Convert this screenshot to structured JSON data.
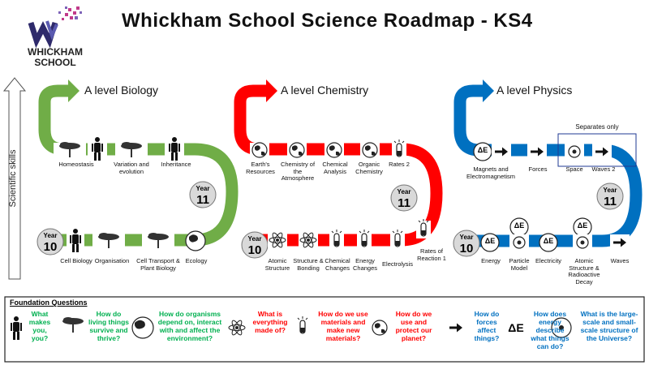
{
  "title": "Whickham School Science Roadmap - KS4",
  "logo": {
    "line1": "WHICKHAM",
    "line2": "SCHOOL"
  },
  "side_label": "Scientific skills",
  "colors": {
    "biology": "#70ad47",
    "chemistry": "#ff0000",
    "physics": "#0070c0"
  },
  "biology": {
    "heading": "A level Biology",
    "year10": {
      "word": "Year",
      "num": "10"
    },
    "year11": {
      "word": "Year",
      "num": "11"
    },
    "top_labels": [
      "Homeostasis",
      "Variation and evolution",
      "Inheritance"
    ],
    "bottom_labels": [
      "Cell Biology",
      "Organisation",
      "Cell Transport & Plant Biology",
      "Ecology"
    ]
  },
  "chemistry": {
    "heading": "A level Chemistry",
    "year10": {
      "word": "Year",
      "num": "10"
    },
    "year11": {
      "word": "Year",
      "num": "11"
    },
    "top_labels": [
      "Earth's Resources",
      "Chemistry of the Atmosphere",
      "Chemical Analysis",
      "Organic Chemistry",
      "Rates 2"
    ],
    "right_label": "Rates of Reaction 1",
    "bottom_labels": [
      "Atomic Structure",
      "Structure & Bonding",
      "Chemical Changes",
      "Energy Changes",
      "Electrolysis"
    ]
  },
  "physics": {
    "heading": "A level Physics",
    "separates": "Separates only",
    "year10": {
      "word": "Year",
      "num": "10"
    },
    "year11": {
      "word": "Year",
      "num": "11"
    },
    "top_labels": [
      "Magnets and Electromagnetism",
      "Forces",
      "Space",
      "Waves 2"
    ],
    "bottom_labels": [
      "Energy",
      "Particle Model",
      "Electricity",
      "Atomic Structure & Radioactive Decay",
      "Waves"
    ]
  },
  "foundation": {
    "title": "Foundation Questions",
    "q1": "What makes you, you?",
    "q2": "How do living things survive and thrive?",
    "q3": "How do organisms depend on, interact with and affect the environment?",
    "q4": "What is everything made of?",
    "q5": "How do we use materials and make new materials?",
    "q6": "How do we use and protect our planet?",
    "q7": "How do forces affect things?",
    "q8": "How does energy describe what things can do?",
    "q9": "What is the large-scale and small-scale structure of the Universe?"
  },
  "icons": {
    "energy": "ΔE"
  }
}
